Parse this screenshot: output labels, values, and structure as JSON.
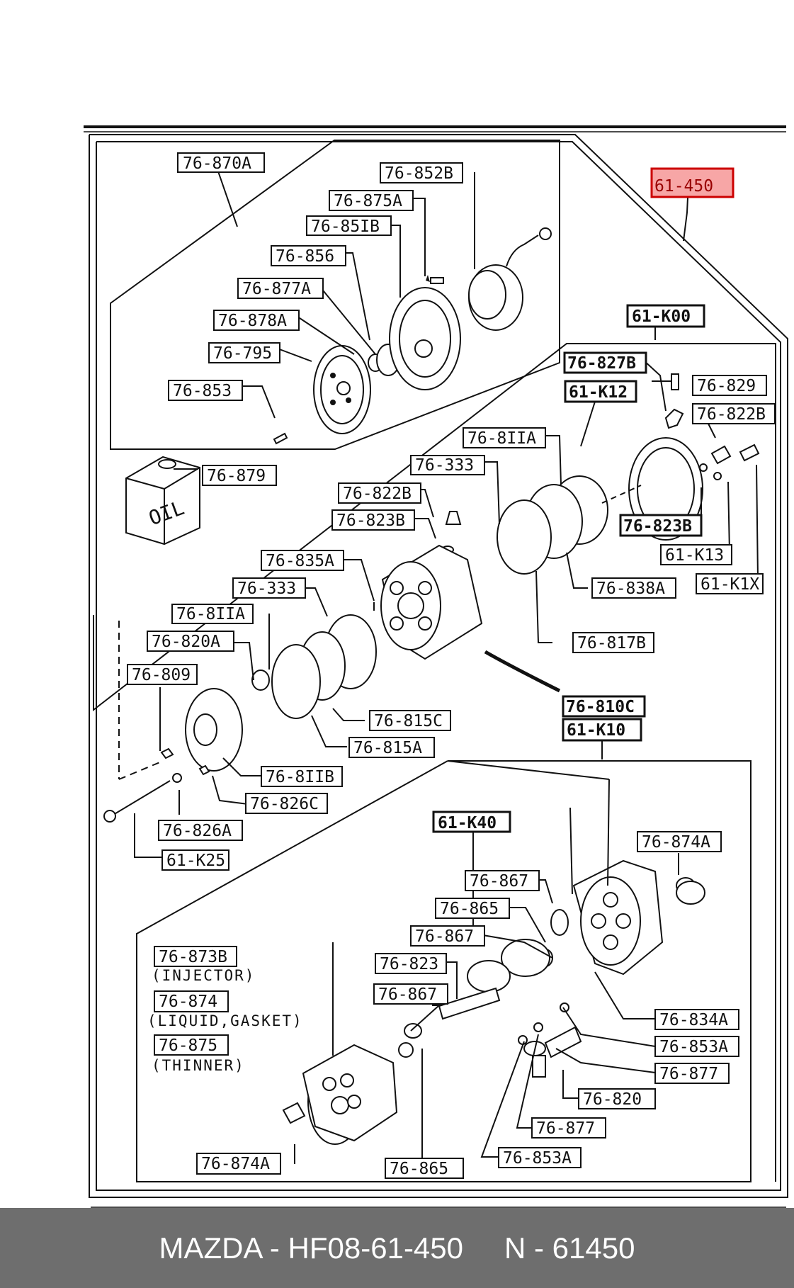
{
  "labels": {
    "l_76_870A": "76-870A",
    "l_76_852B": "76-852B",
    "l_61_450": "61-450",
    "l_76_875A": "76-875A",
    "l_76_851B": "76-85IB",
    "l_76_856": "76-856",
    "l_76_877A": "76-877A",
    "l_76_878A": "76-878A",
    "l_76_795": "76-795",
    "l_76_853": "76-853",
    "l_61_K00": "61-K00",
    "l_76_827B": "76-827B",
    "l_76_829": "76-829",
    "l_61_K12": "61-K12",
    "l_76_822B_r": "76-822B",
    "l_76_811A_t": "76-8IIA",
    "l_76_879": "76-879",
    "l_76_333_t": "76-333",
    "l_76_822B": "76-822B",
    "l_76_823B": "76-823B",
    "l_76_823B_r": "76-823B",
    "l_61_K13": "61-K13",
    "l_76_835A": "76-835A",
    "l_76_838A": "76-838A",
    "l_61_K1X": "61-K1X",
    "l_76_333_m": "76-333",
    "l_76_811A_m": "76-8IIA",
    "l_76_817B": "76-817B",
    "l_76_820A": "76-820A",
    "l_76_809": "76-809",
    "l_76_815C": "76-815C",
    "l_76_810C": "76-810C",
    "l_61_K10": "61-K10",
    "l_76_815A": "76-815A",
    "l_76_811B": "76-8IIB",
    "l_76_826C": "76-826C",
    "l_76_826A": "76-826A",
    "l_61_K40": "61-K40",
    "l_76_874A_r": "76-874A",
    "l_61_K25": "61-K25",
    "l_76_867_a": "76-867",
    "l_76_865_a": "76-865",
    "l_76_867_b": "76-867",
    "l_76_873B": "76-873B",
    "l_76_823": "76-823",
    "l_76_874": "76-874",
    "l_76_867_c": "76-867",
    "l_76_834A": "76-834A",
    "l_76_875": "76-875",
    "l_76_853A_r": "76-853A",
    "l_76_877_r": "76-877",
    "l_76_820": "76-820",
    "l_76_877_b": "76-877",
    "l_76_874A_b": "76-874A",
    "l_76_853A_b": "76-853A",
    "l_76_865_b": "76-865"
  },
  "notes": {
    "injector": "(INJECTOR)",
    "liquid_gasket": "(LIQUID,GASKET)",
    "thinner": "(THINNER)"
  },
  "oil_can_text": "OIL",
  "footer": {
    "part_number": "MAZDA - HF08-61-450",
    "oem_number": "N - 61450"
  },
  "colors": {
    "highlight_fill": "#f7a6a6",
    "highlight_border": "#cc0000",
    "footer_bg": "#6e6e6e",
    "footer_text": "#ffffff"
  }
}
